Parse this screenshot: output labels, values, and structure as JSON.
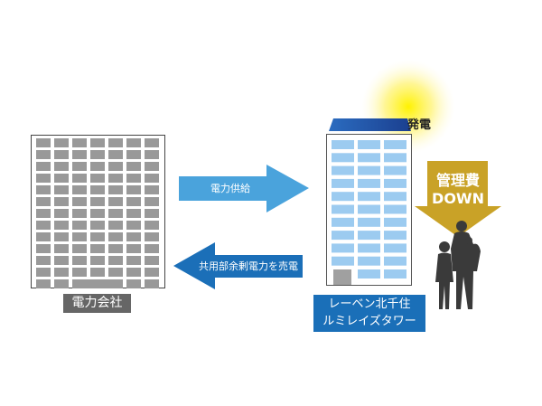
{
  "company": {
    "label": "電力会社",
    "window_color": "#999999"
  },
  "supply_arrow": {
    "label": "電力供給",
    "color": "#4aa3dc"
  },
  "sell_arrow": {
    "label": "共用部余剰電力を売電",
    "color": "#1b6fb8"
  },
  "tower": {
    "label_line1": "レーベン北千住",
    "label_line2": "ルミレイズタワー",
    "window_color": "#9ccbf0",
    "label_color": "#1a6fb8"
  },
  "solar": {
    "label": "発電"
  },
  "cost_arrow": {
    "line1": "管理費",
    "line2": "DOWN",
    "color": "#c9a227"
  }
}
